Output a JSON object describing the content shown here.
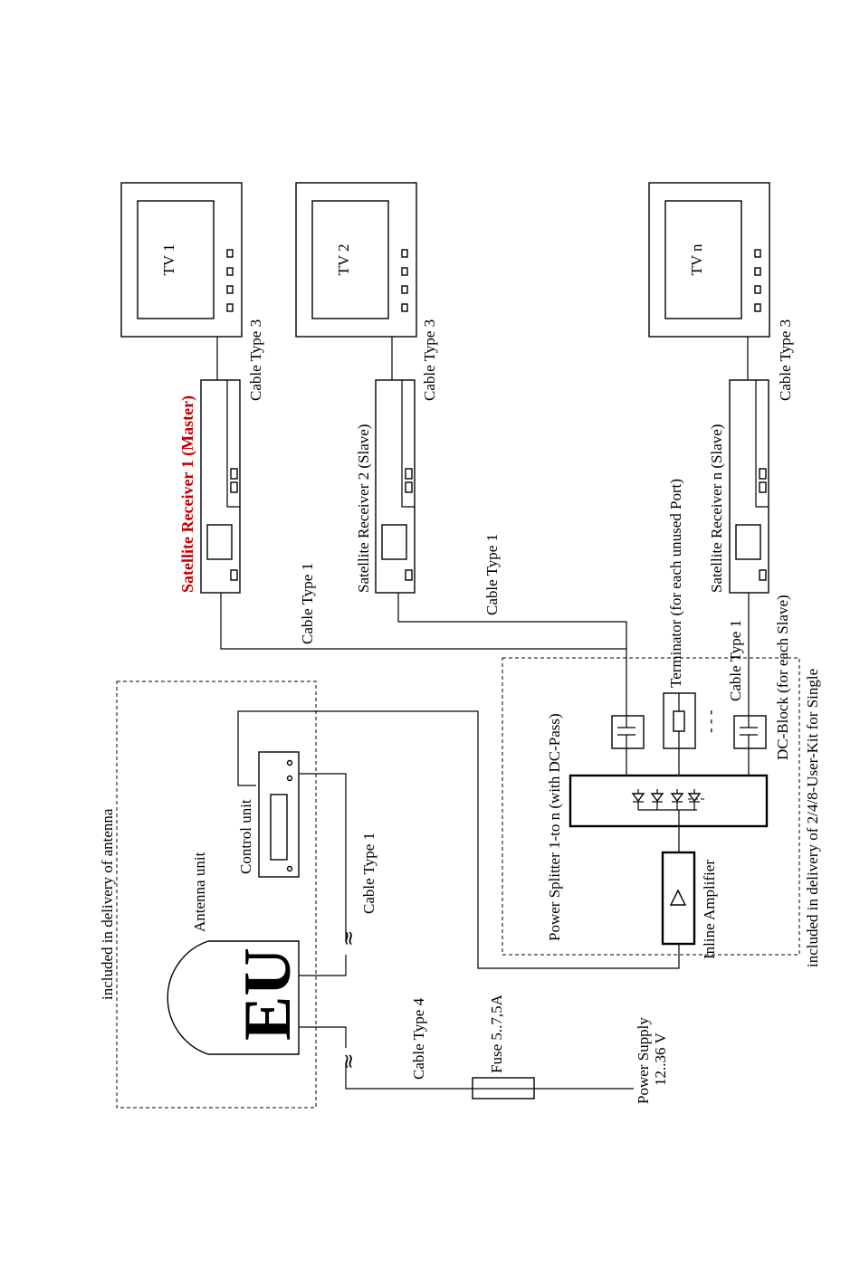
{
  "labels": {
    "tv1": "TV 1",
    "tv2": "TV 2",
    "tvn": "TV n",
    "receiver1": "Satellite Receiver 1 (Master)",
    "receiver2": "Satellite Receiver 2 (Slave)",
    "receivern": "Satellite Receiver n (Slave)",
    "cable_type3": "Cable Type 3",
    "cable_type1": "Cable Type 1",
    "cable_type4": "Cable Type 4",
    "terminator": "Terminator (for each unused Port)",
    "dc_block": "DC-Block (for each Slave)",
    "kit_note": "included in delivery of 2/4/8-User-Kit for Single",
    "power_splitter": "Power Splitter 1-to n (with DC-Pass)",
    "inline_amplifier": "Inline Amplifier",
    "control_unit": "Control unit",
    "antenna_unit": "Antenna unit",
    "antenna_note": "included in delivery of antenna",
    "eu": "EU",
    "fuse": "Fuse 5..7,5A",
    "power_supply": "Power Supply",
    "power_voltage": "12..36 V"
  },
  "colors": {
    "master_label": "#c00000",
    "lines": "#000000"
  }
}
